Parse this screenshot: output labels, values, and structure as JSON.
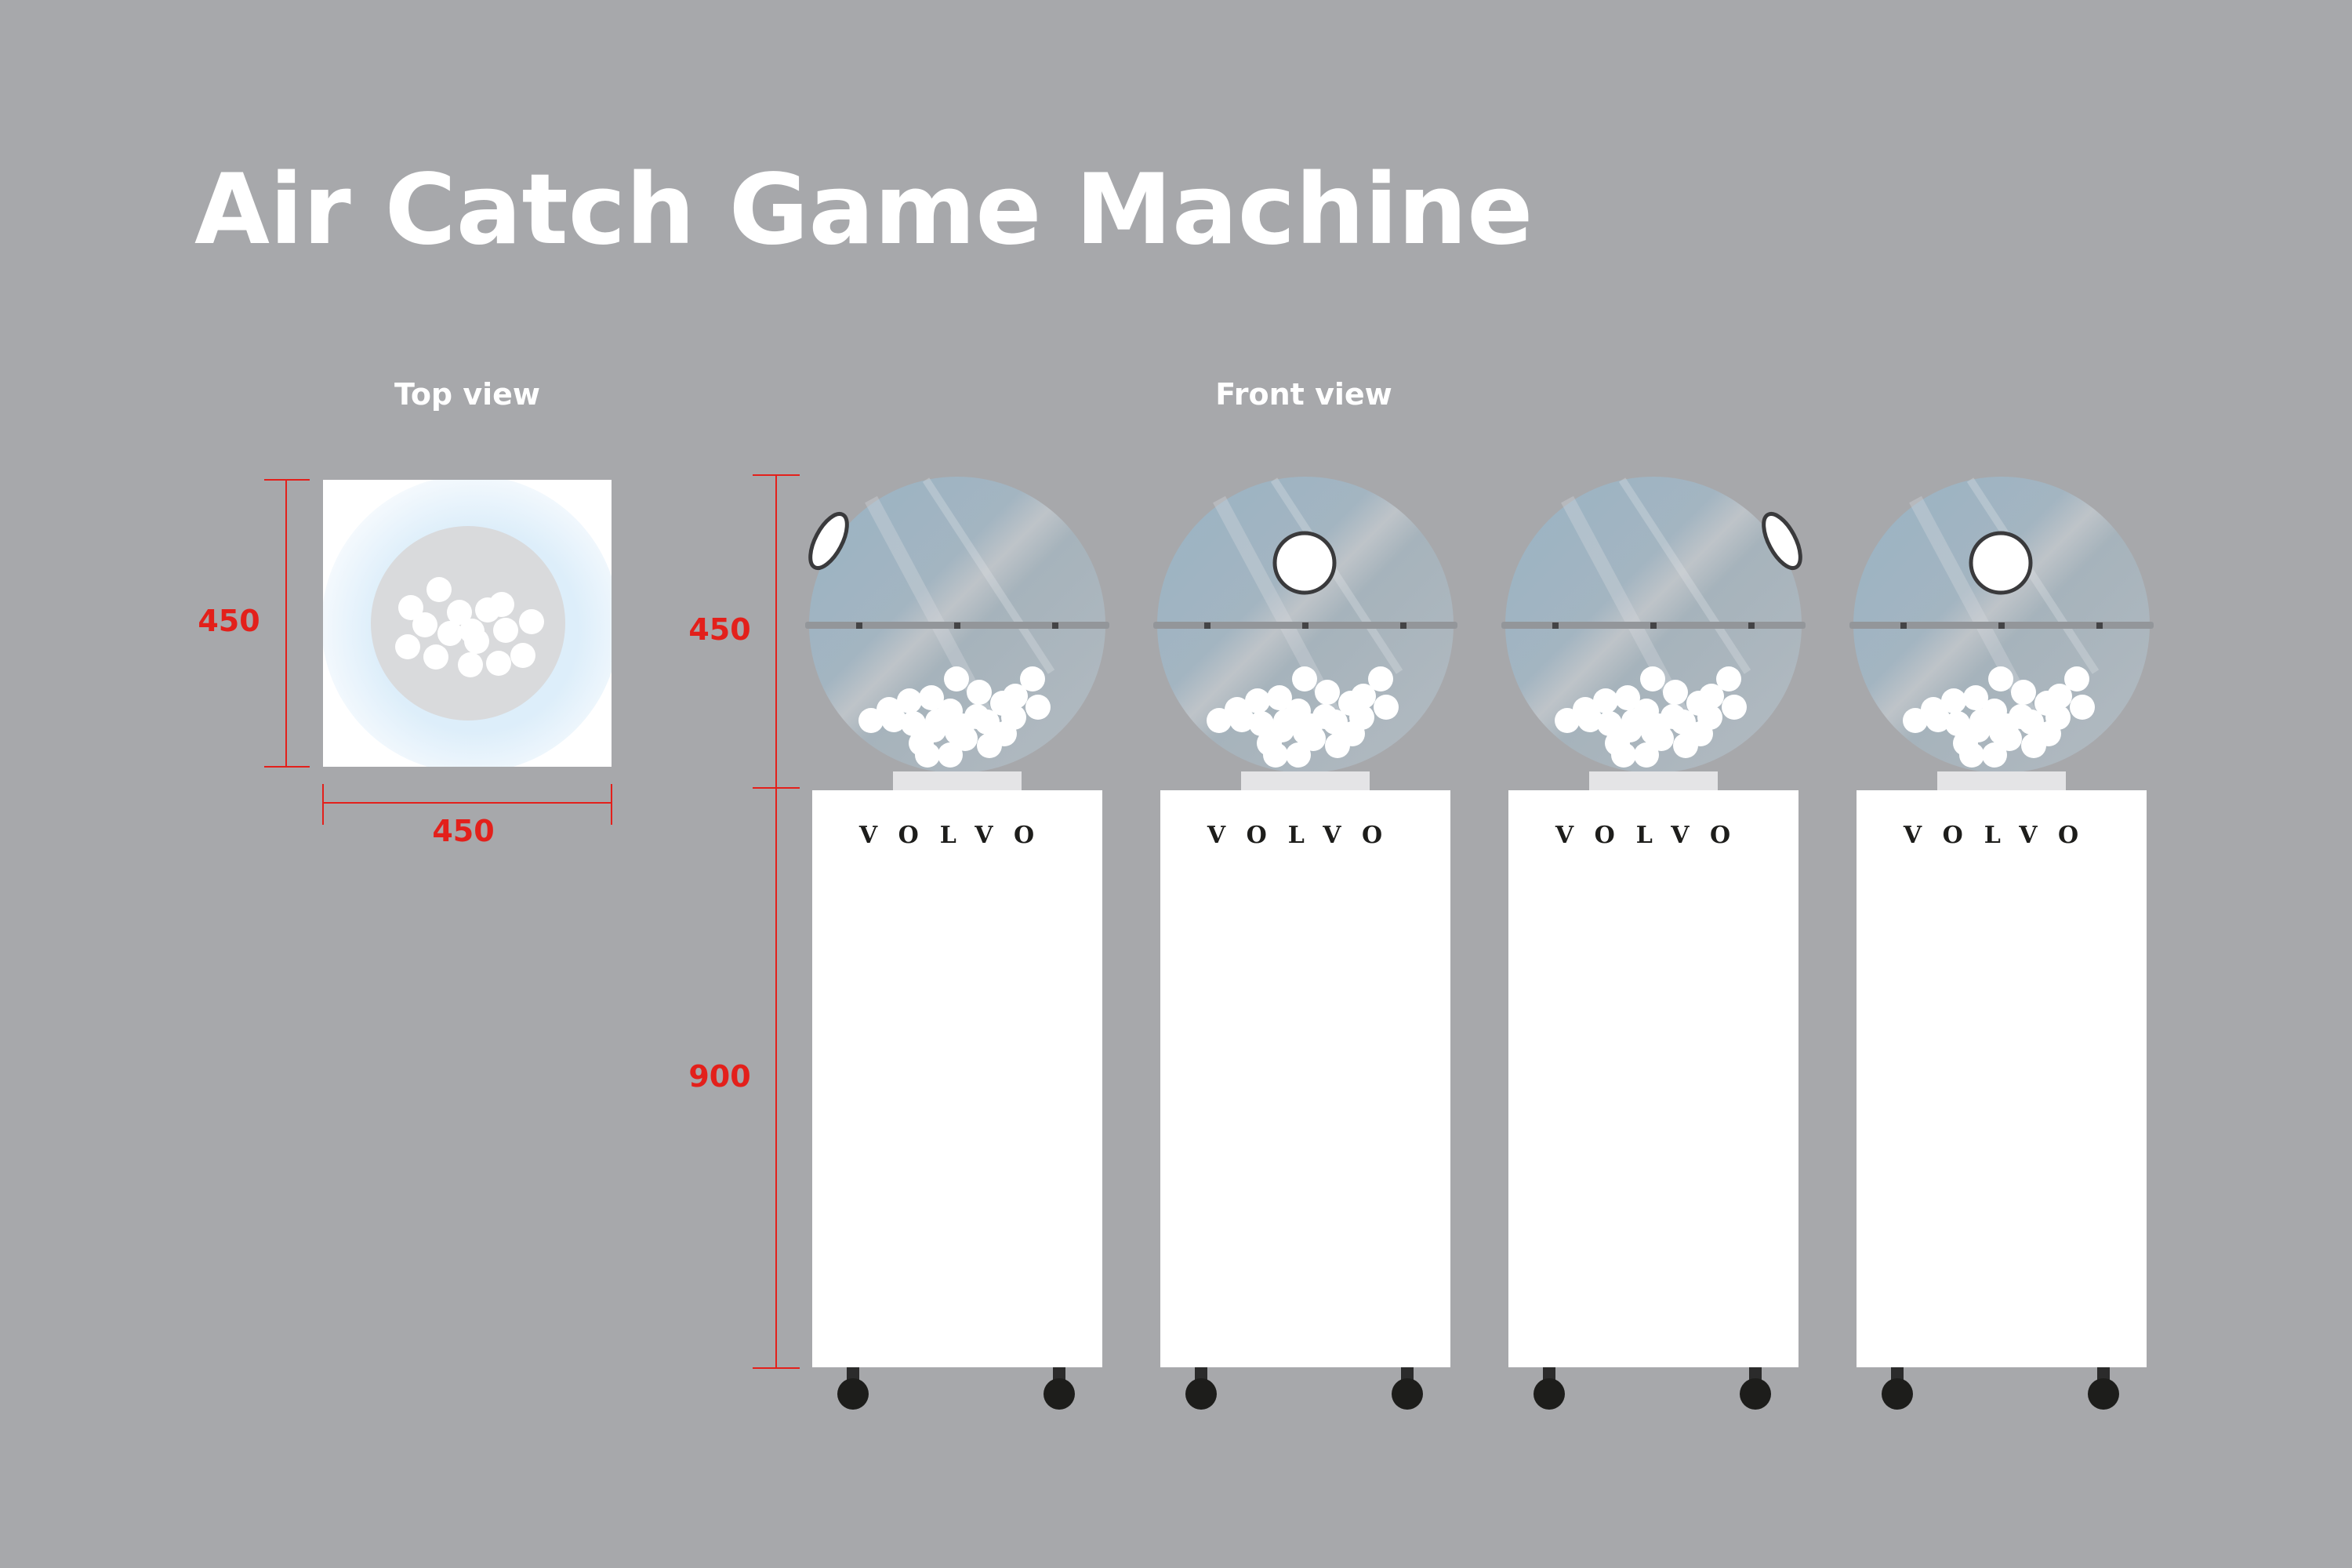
{
  "title": "Air Catch Game Machine",
  "views": {
    "top": "Top view",
    "front": "Front view"
  },
  "dimensions": {
    "top_height": "450",
    "top_width": "450",
    "dome_height": "450",
    "cabinet_height": "900"
  },
  "machines": [
    {
      "logo": "VOLVO"
    },
    {
      "logo": "VOLVO"
    },
    {
      "logo": "VOLVO"
    },
    {
      "logo": "VOLVO"
    }
  ],
  "colors": {
    "background": "#a7a8ab",
    "dimension": "#e3201b",
    "title": "#ffffff",
    "cabinet": "#ffffff",
    "ball": "#ffffff",
    "wheel": "#1d1d1b",
    "dome_tint": "#9fb3c2"
  }
}
